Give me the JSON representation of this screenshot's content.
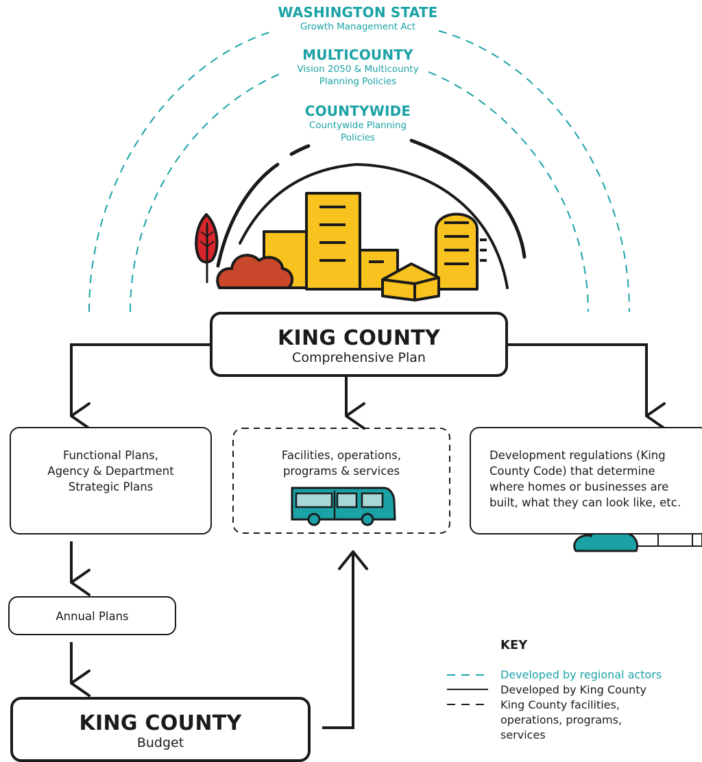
{
  "levels": {
    "state": {
      "title": "WASHINGTON STATE",
      "subtitle": "Growth Management Act"
    },
    "multicounty": {
      "title": "MULTICOUNTY",
      "subtitle_line1": "Vision 2050 & Multicounty",
      "subtitle_line2": "Planning Policies"
    },
    "countywide": {
      "title": "COUNTYWIDE",
      "subtitle_line1": "Countywide Planning",
      "subtitle_line2": "Policies"
    }
  },
  "comprehensive_plan": {
    "title": "KING COUNTY",
    "subtitle": "Comprehensive Plan"
  },
  "functional_plans": {
    "line1": "Functional Plans,",
    "line2": "Agency & Department",
    "line3": "Strategic Plans"
  },
  "facilities": {
    "line1": "Facilities, operations,",
    "line2": "programs & services"
  },
  "development_regs": {
    "line1": "Development regulations (King",
    "line2": "County Code) that determine",
    "line3": "where homes  or businesses are",
    "line4": "built, what they can look like, etc."
  },
  "annual_plans": {
    "label": "Annual Plans"
  },
  "budget": {
    "title": "KING COUNTY",
    "subtitle": "Budget"
  },
  "key": {
    "title": "KEY",
    "regional": "Developed by regional actors",
    "king_county": "Developed by King County",
    "facilities_line1": "King County facilities,",
    "facilities_line2": "operations, programs,",
    "facilities_line3": "services"
  },
  "colors": {
    "teal": "#1aa2a6",
    "yellow": "#f9c31f",
    "rust": "#c9472a",
    "red": "#d9262c",
    "ink": "#1a1a1a"
  }
}
